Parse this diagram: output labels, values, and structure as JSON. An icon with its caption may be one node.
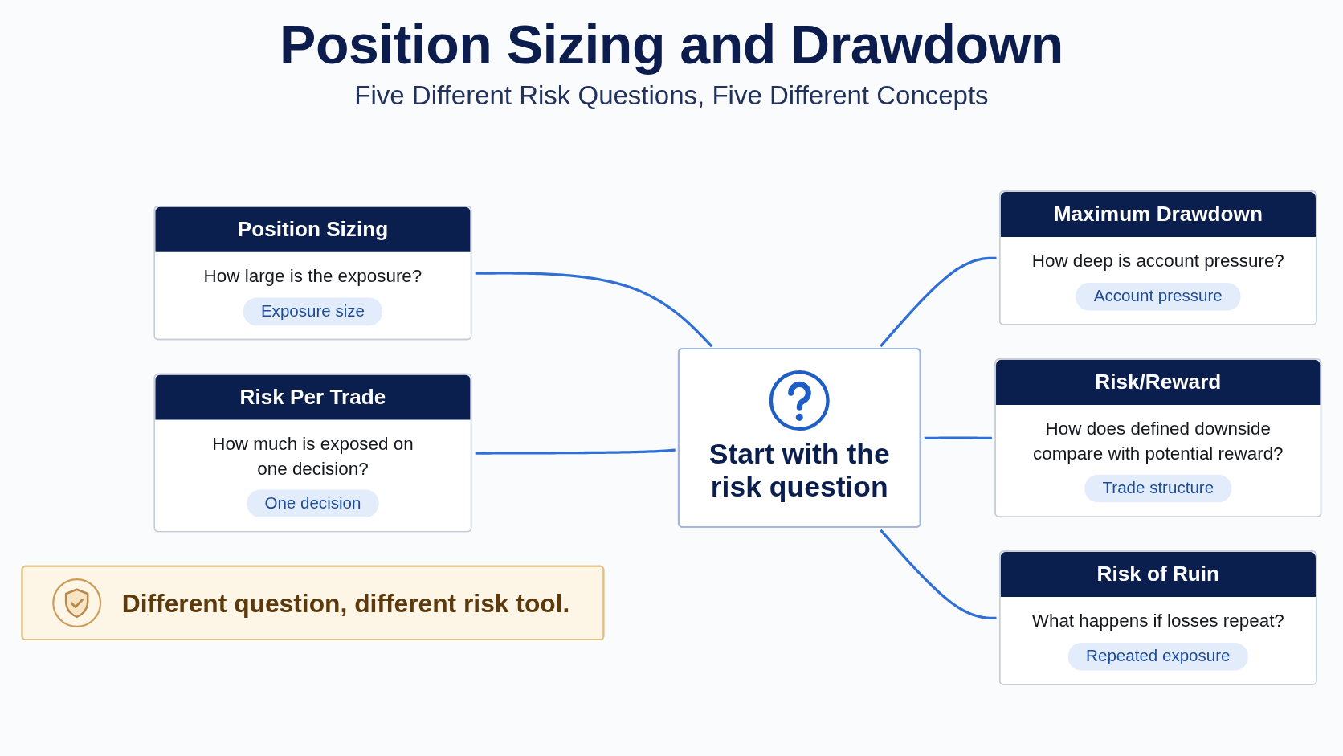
{
  "diagram": {
    "title": "Position Sizing and Drawdown",
    "labels": [
      "Five Different Risk Questions, Five Different Concepts"
    ],
    "nodes": [
      {
        "text": [
          "Position Sizing",
          "How large is the exposure?",
          "Exposure size"
        ]
      },
      {
        "text": [
          "Maximum Drawdown",
          "How deep is account pressure?",
          "Account pressure"
        ]
      },
      {
        "text": [
          "Start with the risk question"
        ]
      },
      {
        "text": [
          "Risk Per Trade",
          "How much is exposed on one decision?",
          "One decision"
        ]
      },
      {
        "text": [
          "Risk/Reward",
          "How does defined downside compare with potential reward?",
          "Trade structure"
        ]
      },
      {
        "text": [
          "Risk of Ruin",
          "What happens if losses repeat?",
          "Repeated exposure"
        ]
      },
      {
        "text": [
          "Different question, different risk tool."
        ]
      }
    ],
    "edges": [
      {
        "from": 0,
        "to": 2,
        "arrow": "none"
      },
      {
        "from": 2,
        "to": 1,
        "arrow": "none"
      },
      {
        "from": 3,
        "to": 2,
        "arrow": "none"
      },
      {
        "from": 2,
        "to": 4,
        "arrow": "none"
      },
      {
        "from": 2,
        "to": 5,
        "arrow": "none"
      }
    ]
  }
}
